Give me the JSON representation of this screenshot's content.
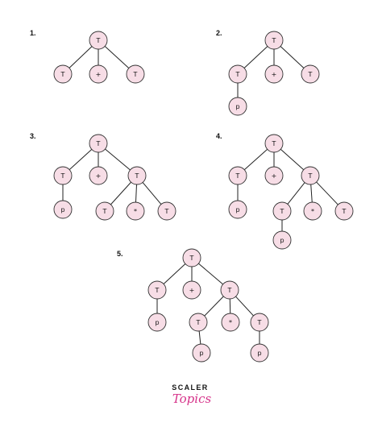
{
  "trees": [
    {
      "label": "1.",
      "nodes": [
        {
          "id": "a",
          "text": "T"
        },
        {
          "id": "b",
          "text": "T"
        },
        {
          "id": "c",
          "text": "+"
        },
        {
          "id": "d",
          "text": "T"
        }
      ],
      "edges": [
        [
          "a",
          "b"
        ],
        [
          "a",
          "c"
        ],
        [
          "a",
          "d"
        ]
      ]
    },
    {
      "label": "2.",
      "nodes": [
        {
          "id": "a",
          "text": "T"
        },
        {
          "id": "b",
          "text": "T"
        },
        {
          "id": "c",
          "text": "+"
        },
        {
          "id": "d",
          "text": "T"
        },
        {
          "id": "e",
          "text": "p"
        }
      ],
      "edges": [
        [
          "a",
          "b"
        ],
        [
          "a",
          "c"
        ],
        [
          "a",
          "d"
        ],
        [
          "b",
          "e"
        ]
      ]
    },
    {
      "label": "3.",
      "nodes": [
        {
          "id": "a",
          "text": "T"
        },
        {
          "id": "b",
          "text": "T"
        },
        {
          "id": "c",
          "text": "+"
        },
        {
          "id": "d",
          "text": "T"
        },
        {
          "id": "e",
          "text": "p"
        },
        {
          "id": "f",
          "text": "T"
        },
        {
          "id": "g",
          "text": "*"
        },
        {
          "id": "h",
          "text": "T"
        }
      ],
      "edges": [
        [
          "a",
          "b"
        ],
        [
          "a",
          "c"
        ],
        [
          "a",
          "d"
        ],
        [
          "b",
          "e"
        ],
        [
          "d",
          "f"
        ],
        [
          "d",
          "g"
        ],
        [
          "d",
          "h"
        ]
      ]
    },
    {
      "label": "4.",
      "nodes": [
        {
          "id": "a",
          "text": "T"
        },
        {
          "id": "b",
          "text": "T"
        },
        {
          "id": "c",
          "text": "+"
        },
        {
          "id": "d",
          "text": "T"
        },
        {
          "id": "e",
          "text": "p"
        },
        {
          "id": "f",
          "text": "T"
        },
        {
          "id": "g",
          "text": "*"
        },
        {
          "id": "h",
          "text": "T"
        },
        {
          "id": "i",
          "text": "p"
        }
      ],
      "edges": [
        [
          "a",
          "b"
        ],
        [
          "a",
          "c"
        ],
        [
          "a",
          "d"
        ],
        [
          "b",
          "e"
        ],
        [
          "d",
          "f"
        ],
        [
          "d",
          "g"
        ],
        [
          "d",
          "h"
        ],
        [
          "f",
          "i"
        ]
      ]
    },
    {
      "label": "5.",
      "nodes": [
        {
          "id": "a",
          "text": "T"
        },
        {
          "id": "b",
          "text": "T"
        },
        {
          "id": "c",
          "text": "+"
        },
        {
          "id": "d",
          "text": "T"
        },
        {
          "id": "e",
          "text": "p"
        },
        {
          "id": "f",
          "text": "T"
        },
        {
          "id": "g",
          "text": "*"
        },
        {
          "id": "h",
          "text": "T"
        },
        {
          "id": "i",
          "text": "p"
        },
        {
          "id": "j",
          "text": "p"
        }
      ],
      "edges": [
        [
          "a",
          "b"
        ],
        [
          "a",
          "c"
        ],
        [
          "a",
          "d"
        ],
        [
          "b",
          "e"
        ],
        [
          "d",
          "f"
        ],
        [
          "d",
          "g"
        ],
        [
          "d",
          "h"
        ],
        [
          "f",
          "i"
        ],
        [
          "h",
          "j"
        ]
      ]
    }
  ],
  "logo": {
    "top": "SCALER",
    "bottom": "Topics"
  },
  "colors": {
    "node_fill": "#f7dde6",
    "node_stroke": "#333333",
    "edge": "#222222",
    "logo_accent": "#d6338a"
  }
}
